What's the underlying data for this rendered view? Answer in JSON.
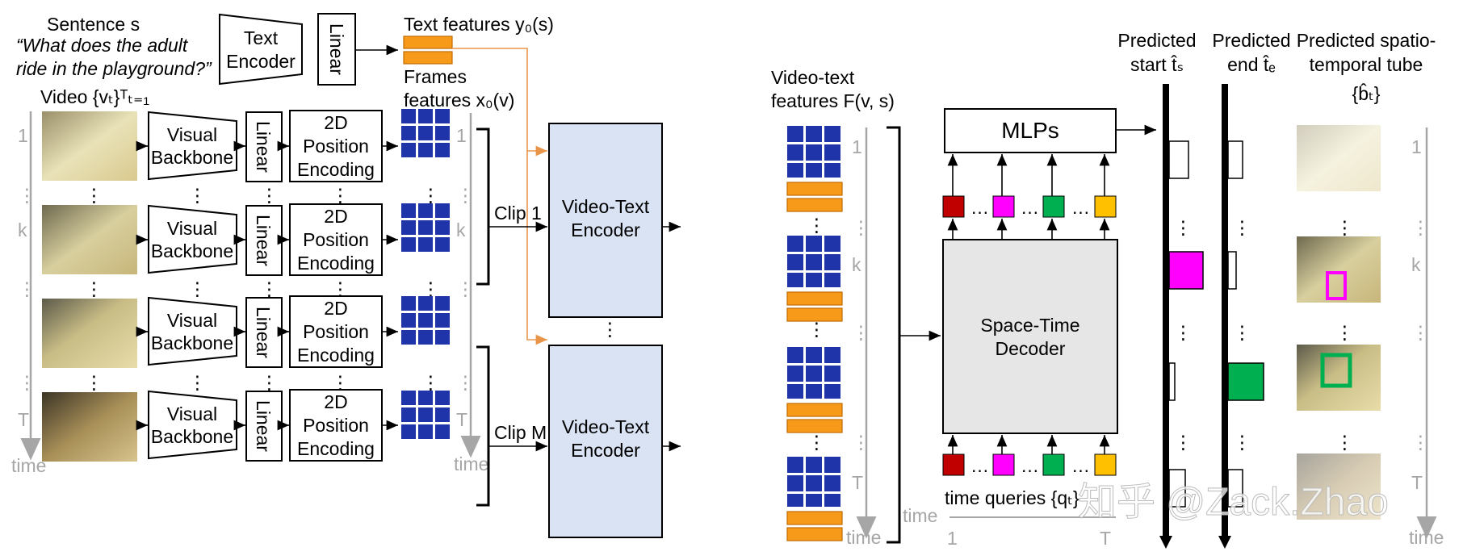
{
  "colors": {
    "feature_blue": "#1f34a8",
    "text_feature_orange": "#f79a1a",
    "encoder_fill": "#dae3f3",
    "decoder_fill": "#e6e6e6",
    "axis_gray": "#a6a6a6",
    "query_red": "#c00000",
    "query_magenta": "#ff00ff",
    "query_green": "#00b050",
    "query_yellow": "#ffc000"
  },
  "sentence": {
    "label": "Sentence s",
    "text_line1": "“What does the adult",
    "text_line2": "ride in the playground?”"
  },
  "text_encoder": {
    "line1": "Text",
    "line2": "Encoder"
  },
  "linear_label": "Linear",
  "text_features_label": "Text features y₀(s)",
  "frames_features": {
    "line1": "Frames",
    "line2": "features x₀(v)"
  },
  "video_label": "Video {vₜ}ᵀₜ₌₁",
  "rows": [
    {
      "index_label": "1"
    },
    {
      "index_label": "k"
    },
    {
      "index_label": ""
    },
    {
      "index_label": "T"
    }
  ],
  "visual_backbone": {
    "line1": "Visual",
    "line2": "Backbone"
  },
  "position_encoding": {
    "line1": "2D",
    "line2": "Position",
    "line3": "Encoding"
  },
  "time_label": "time",
  "clips": {
    "first": "Clip 1",
    "last": "Clip M"
  },
  "video_text_encoder": {
    "line1": "Video-Text",
    "line2": "Encoder"
  },
  "video_text_features": {
    "line1": "Video-text",
    "line2": "features F(v, s)"
  },
  "mlps_label": "MLPs",
  "decoder": {
    "line1": "Space-Time",
    "line2": "Decoder"
  },
  "time_queries": {
    "label": "time queries {qₜ}",
    "tick_start": "1",
    "tick_end": "T"
  },
  "outputs": {
    "start": {
      "line1": "Predicted",
      "line2": "start t̂ₛ"
    },
    "end": {
      "line1": "Predicted",
      "line2": "end t̂ₑ"
    },
    "tube": {
      "line1": "Predicted spatio-",
      "line2": "temporal tube",
      "line3": "{b̂ₜ}"
    }
  },
  "dots": "⋮",
  "ellipsis": "…",
  "watermark": "知乎 @Zack.Zhao"
}
